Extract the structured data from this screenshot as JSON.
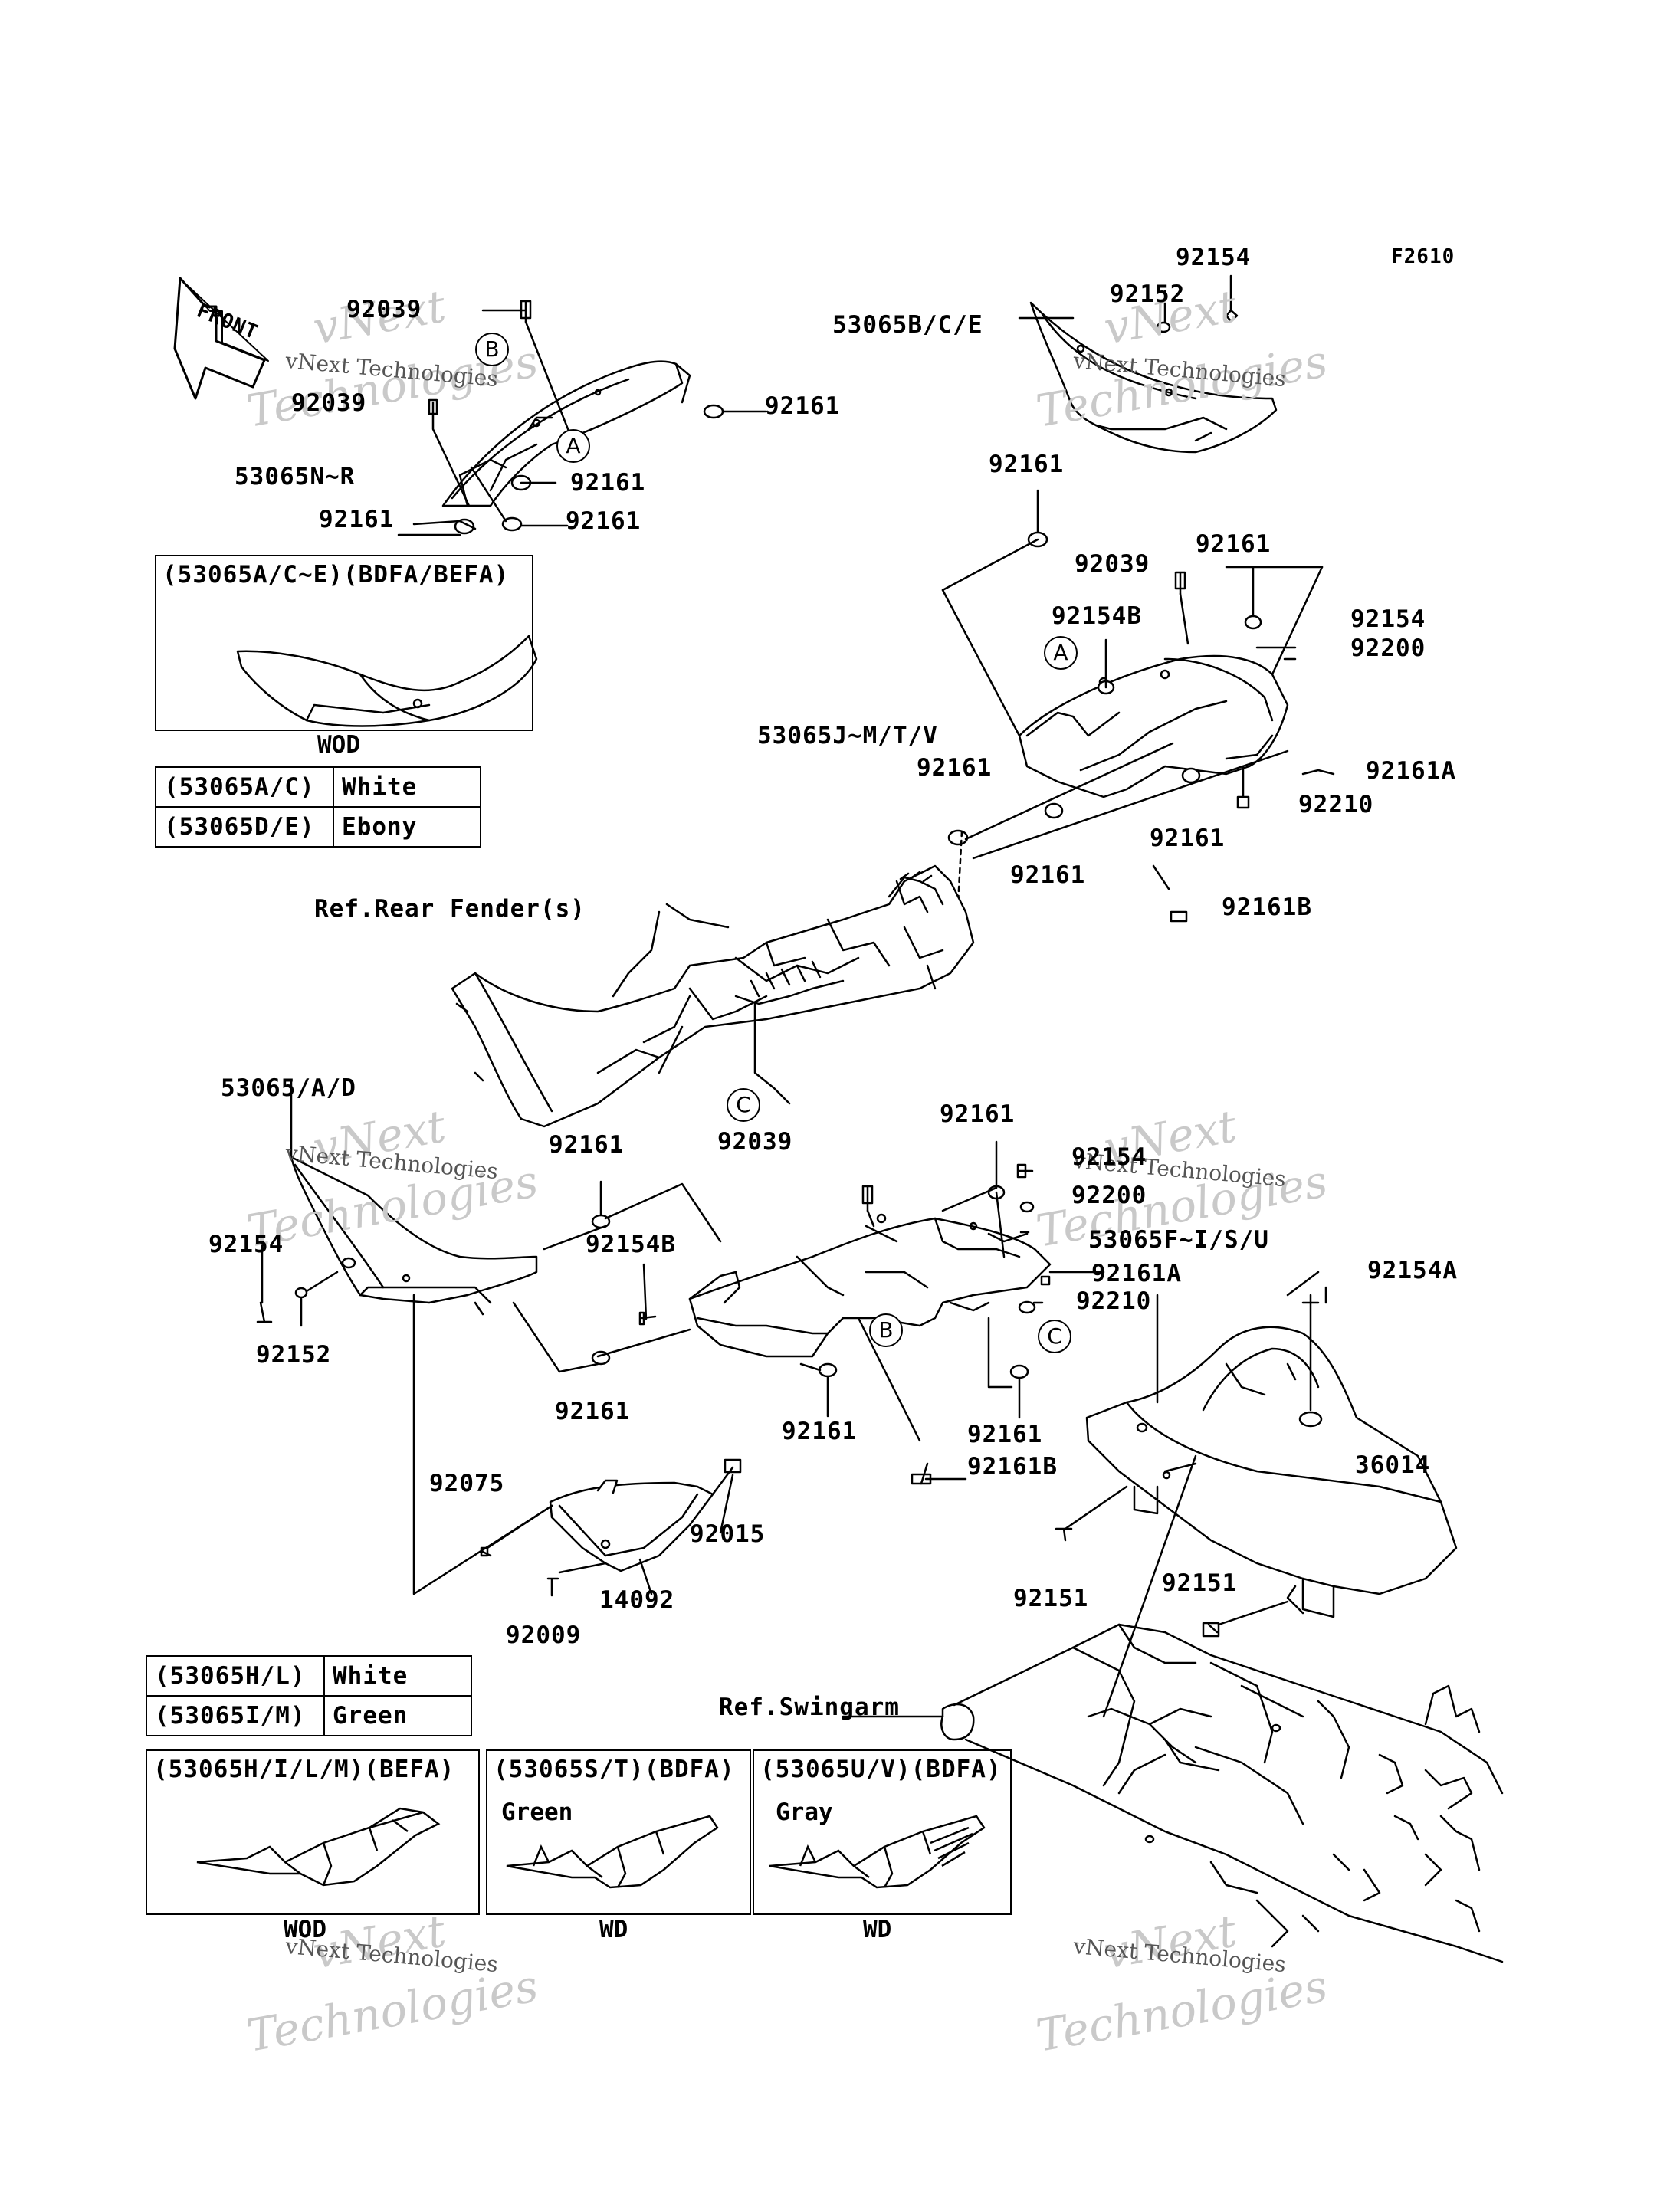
{
  "figure_code": "F2610",
  "front_label": "FRONT",
  "watermarks": [
    "vNext",
    "Technologies",
    "vNext Technologies"
  ],
  "callouts": {
    "a": "A",
    "b": "B",
    "c": "C"
  },
  "parts": [
    {
      "id": "p1",
      "text": "92154"
    },
    {
      "id": "p2",
      "text": "92152"
    },
    {
      "id": "p3",
      "text": "53065B/C/E"
    },
    {
      "id": "p4",
      "text": "92039"
    },
    {
      "id": "p5",
      "text": "92039"
    },
    {
      "id": "p6",
      "text": "92161"
    },
    {
      "id": "p7",
      "text": "53065N~R"
    },
    {
      "id": "p8",
      "text": "92161"
    },
    {
      "id": "p9",
      "text": "92161"
    },
    {
      "id": "p10",
      "text": "92161"
    },
    {
      "id": "p11",
      "text": "92161"
    },
    {
      "id": "p12",
      "text": "92039"
    },
    {
      "id": "p13",
      "text": "92161"
    },
    {
      "id": "p14",
      "text": "92154B"
    },
    {
      "id": "p15",
      "text": "92154"
    },
    {
      "id": "p16",
      "text": "92200"
    },
    {
      "id": "p17",
      "text": "53065J~M/T/V"
    },
    {
      "id": "p18",
      "text": "92161"
    },
    {
      "id": "p19",
      "text": "92161A"
    },
    {
      "id": "p20",
      "text": "92210"
    },
    {
      "id": "p21",
      "text": "92161"
    },
    {
      "id": "p22",
      "text": "92161"
    },
    {
      "id": "p23",
      "text": "92161B"
    },
    {
      "id": "p24",
      "text": "Ref.Rear Fender(s)"
    },
    {
      "id": "p25",
      "text": "53065/A/D"
    },
    {
      "id": "p26",
      "text": "92161"
    },
    {
      "id": "p27",
      "text": "92039"
    },
    {
      "id": "p28",
      "text": "92161"
    },
    {
      "id": "p29",
      "text": "92154"
    },
    {
      "id": "p30",
      "text": "92200"
    },
    {
      "id": "p31",
      "text": "92154"
    },
    {
      "id": "p32",
      "text": "92154B"
    },
    {
      "id": "p33",
      "text": "53065F~I/S/U"
    },
    {
      "id": "p34",
      "text": "92161A"
    },
    {
      "id": "p35",
      "text": "92210"
    },
    {
      "id": "p36",
      "text": "92154A"
    },
    {
      "id": "p37",
      "text": "92152"
    },
    {
      "id": "p38",
      "text": "92161"
    },
    {
      "id": "p39",
      "text": "92161"
    },
    {
      "id": "p40",
      "text": "92161"
    },
    {
      "id": "p41",
      "text": "92161B"
    },
    {
      "id": "p42",
      "text": "92075"
    },
    {
      "id": "p43",
      "text": "92015"
    },
    {
      "id": "p44",
      "text": "36014"
    },
    {
      "id": "p45",
      "text": "14092"
    },
    {
      "id": "p46",
      "text": "92151"
    },
    {
      "id": "p47",
      "text": "92009"
    },
    {
      "id": "p48",
      "text": "92151"
    },
    {
      "id": "p49",
      "text": "Ref.Swingarm"
    }
  ],
  "box_top": {
    "title": "(53065A/C~E)(BDFA/BEFA)",
    "code": "WOD"
  },
  "legend_top": [
    {
      "code": "(53065A/C)",
      "color": "White"
    },
    {
      "code": "(53065D/E)",
      "color": "Ebony"
    }
  ],
  "legend_bottom": [
    {
      "code": "(53065H/L)",
      "color": "White"
    },
    {
      "code": "(53065I/M)",
      "color": "Green"
    }
  ],
  "variant_boxes": [
    {
      "title": "(53065H/I/L/M)(BEFA)",
      "color": "",
      "code": "WOD"
    },
    {
      "title": "(53065S/T)(BDFA)",
      "color": "Green",
      "code": "WD"
    },
    {
      "title": "(53065U/V)(BDFA)",
      "color": "Gray",
      "code": "WD"
    }
  ]
}
